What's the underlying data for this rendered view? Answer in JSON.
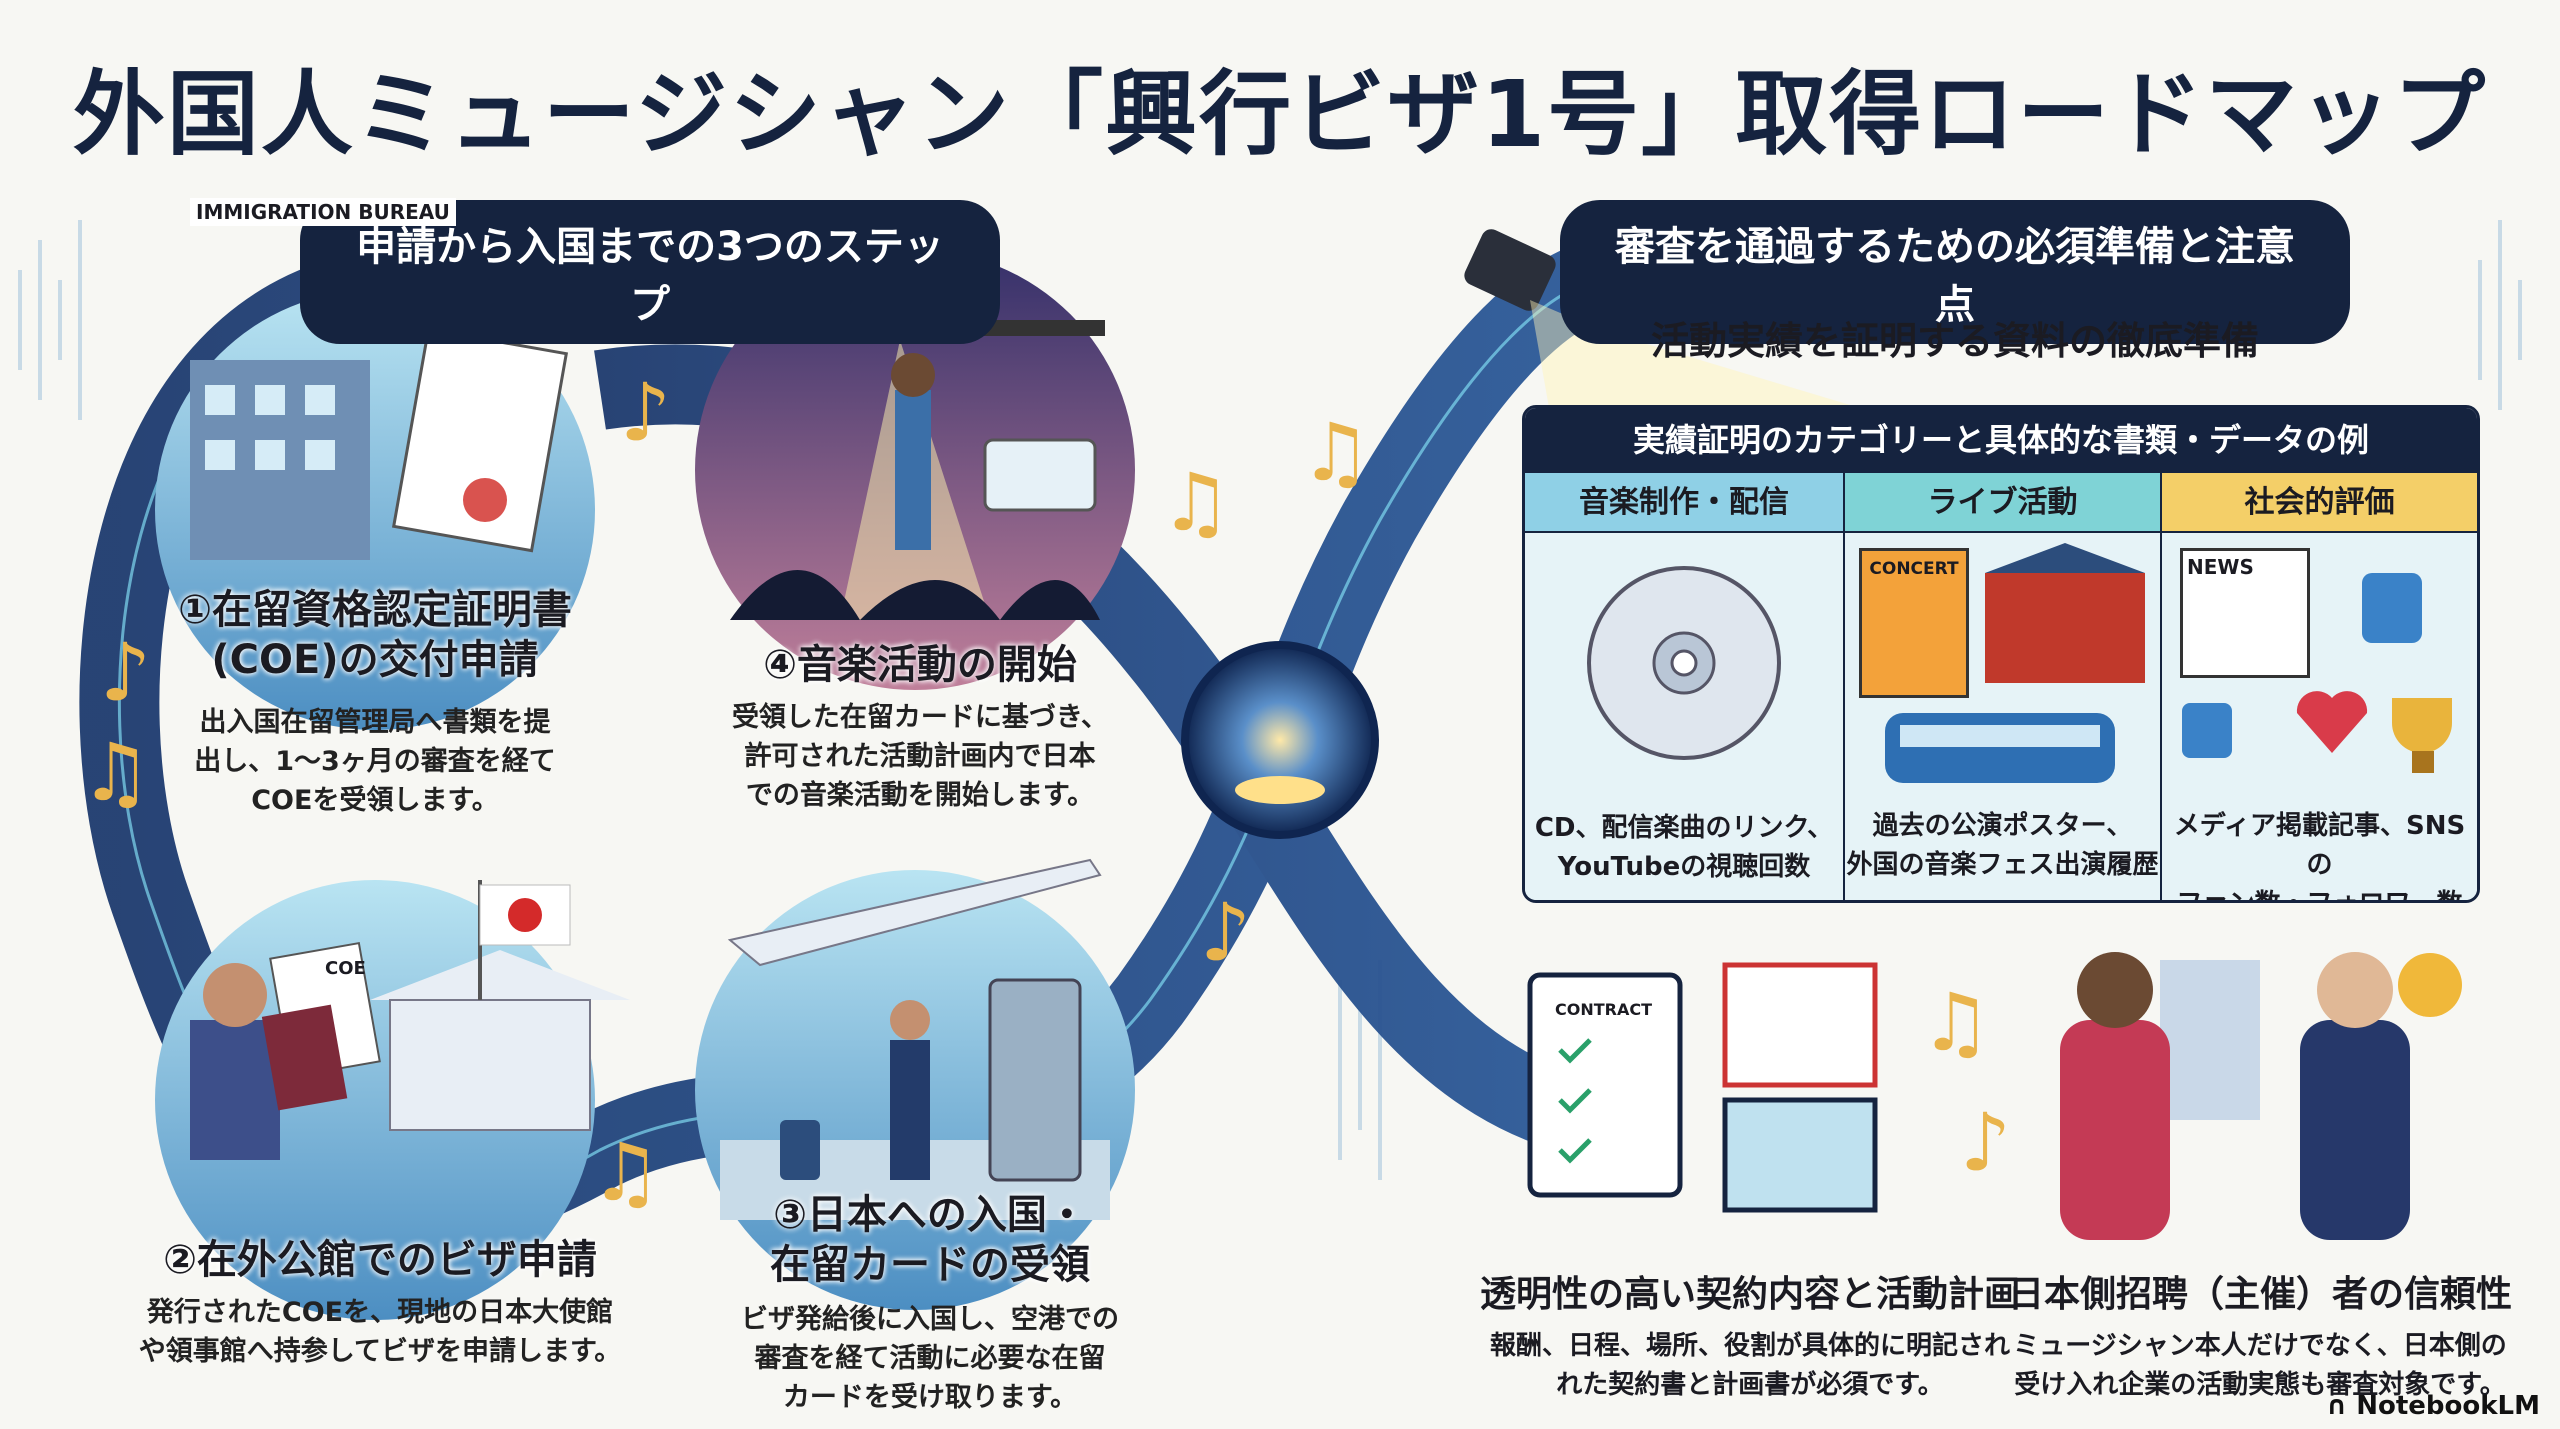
{
  "title": "外国人ミュージシャン「興行ビザ1号」取得ロードマップ",
  "left_section": {
    "heading": "申請から入国までの3つのステップ",
    "steps": [
      {
        "title_l1": "①在留資格認定証明書",
        "title_l2": "(COE)の交付申請",
        "desc": [
          "出入国在留管理局へ書類を提",
          "出し、1〜3ヶ月の審査を経て",
          "COEを受領します。"
        ],
        "sign_text": "IMMIGRATION BUREAU"
      },
      {
        "title_l1": "②在外公館でのビザ申請",
        "title_l2": "",
        "desc": [
          "発行されたCOEを、現地の日本大使館",
          "や領事館へ持参してビザを申請します。"
        ],
        "doc_text": "COE"
      },
      {
        "title_l1": "③日本への入国・",
        "title_l2": "在留カードの受領",
        "desc": [
          "ビザ発給後に入国し、空港での",
          "審査を経て活動に必要な在留",
          "カードを受け取ります。"
        ]
      },
      {
        "title_l1": "④音楽活動の開始",
        "title_l2": "",
        "desc": [
          "受領した在留カードに基づき、",
          "許可された活動計画内で日本",
          "での音楽活動を開始します。"
        ]
      }
    ]
  },
  "right_section": {
    "heading": "審査を通過するための必須準備と注意点",
    "subheading": "活動実績を証明する資料の徹底準備",
    "table": {
      "header": "実績証明のカテゴリーと具体的な書類・データの例",
      "columns": [
        {
          "label": "音楽制作・配信",
          "desc": [
            "CD、配信楽曲のリンク、",
            "YouTubeの視聴回数"
          ],
          "color": "#8fd0e6"
        },
        {
          "label": "ライブ活動",
          "desc": [
            "過去の公演ポスター、",
            "外国の音楽フェス出演履歴"
          ],
          "color": "#7fd3d6",
          "poster_text": "CONCERT"
        },
        {
          "label": "社会的評価",
          "desc": [
            "メディア掲載記事、SNSの",
            "ファン数・フォロワー数"
          ],
          "color": "#f4cf68",
          "news_text": "NEWS"
        }
      ]
    },
    "points": [
      {
        "title": "透明性の高い契約内容と活動計画",
        "desc": [
          "報酬、日程、場所、役割が具体的に明記され",
          "れた契約書と計画書が必須です。"
        ],
        "doc_text": "CONTRACT"
      },
      {
        "title": "日本側招聘（主催）者の信頼性",
        "desc": [
          "ミュージシャン本人だけでなく、日本側の",
          "受け入れ企業の活動実態も審査対象です。"
        ]
      }
    ]
  },
  "brand": "NotebookLM"
}
